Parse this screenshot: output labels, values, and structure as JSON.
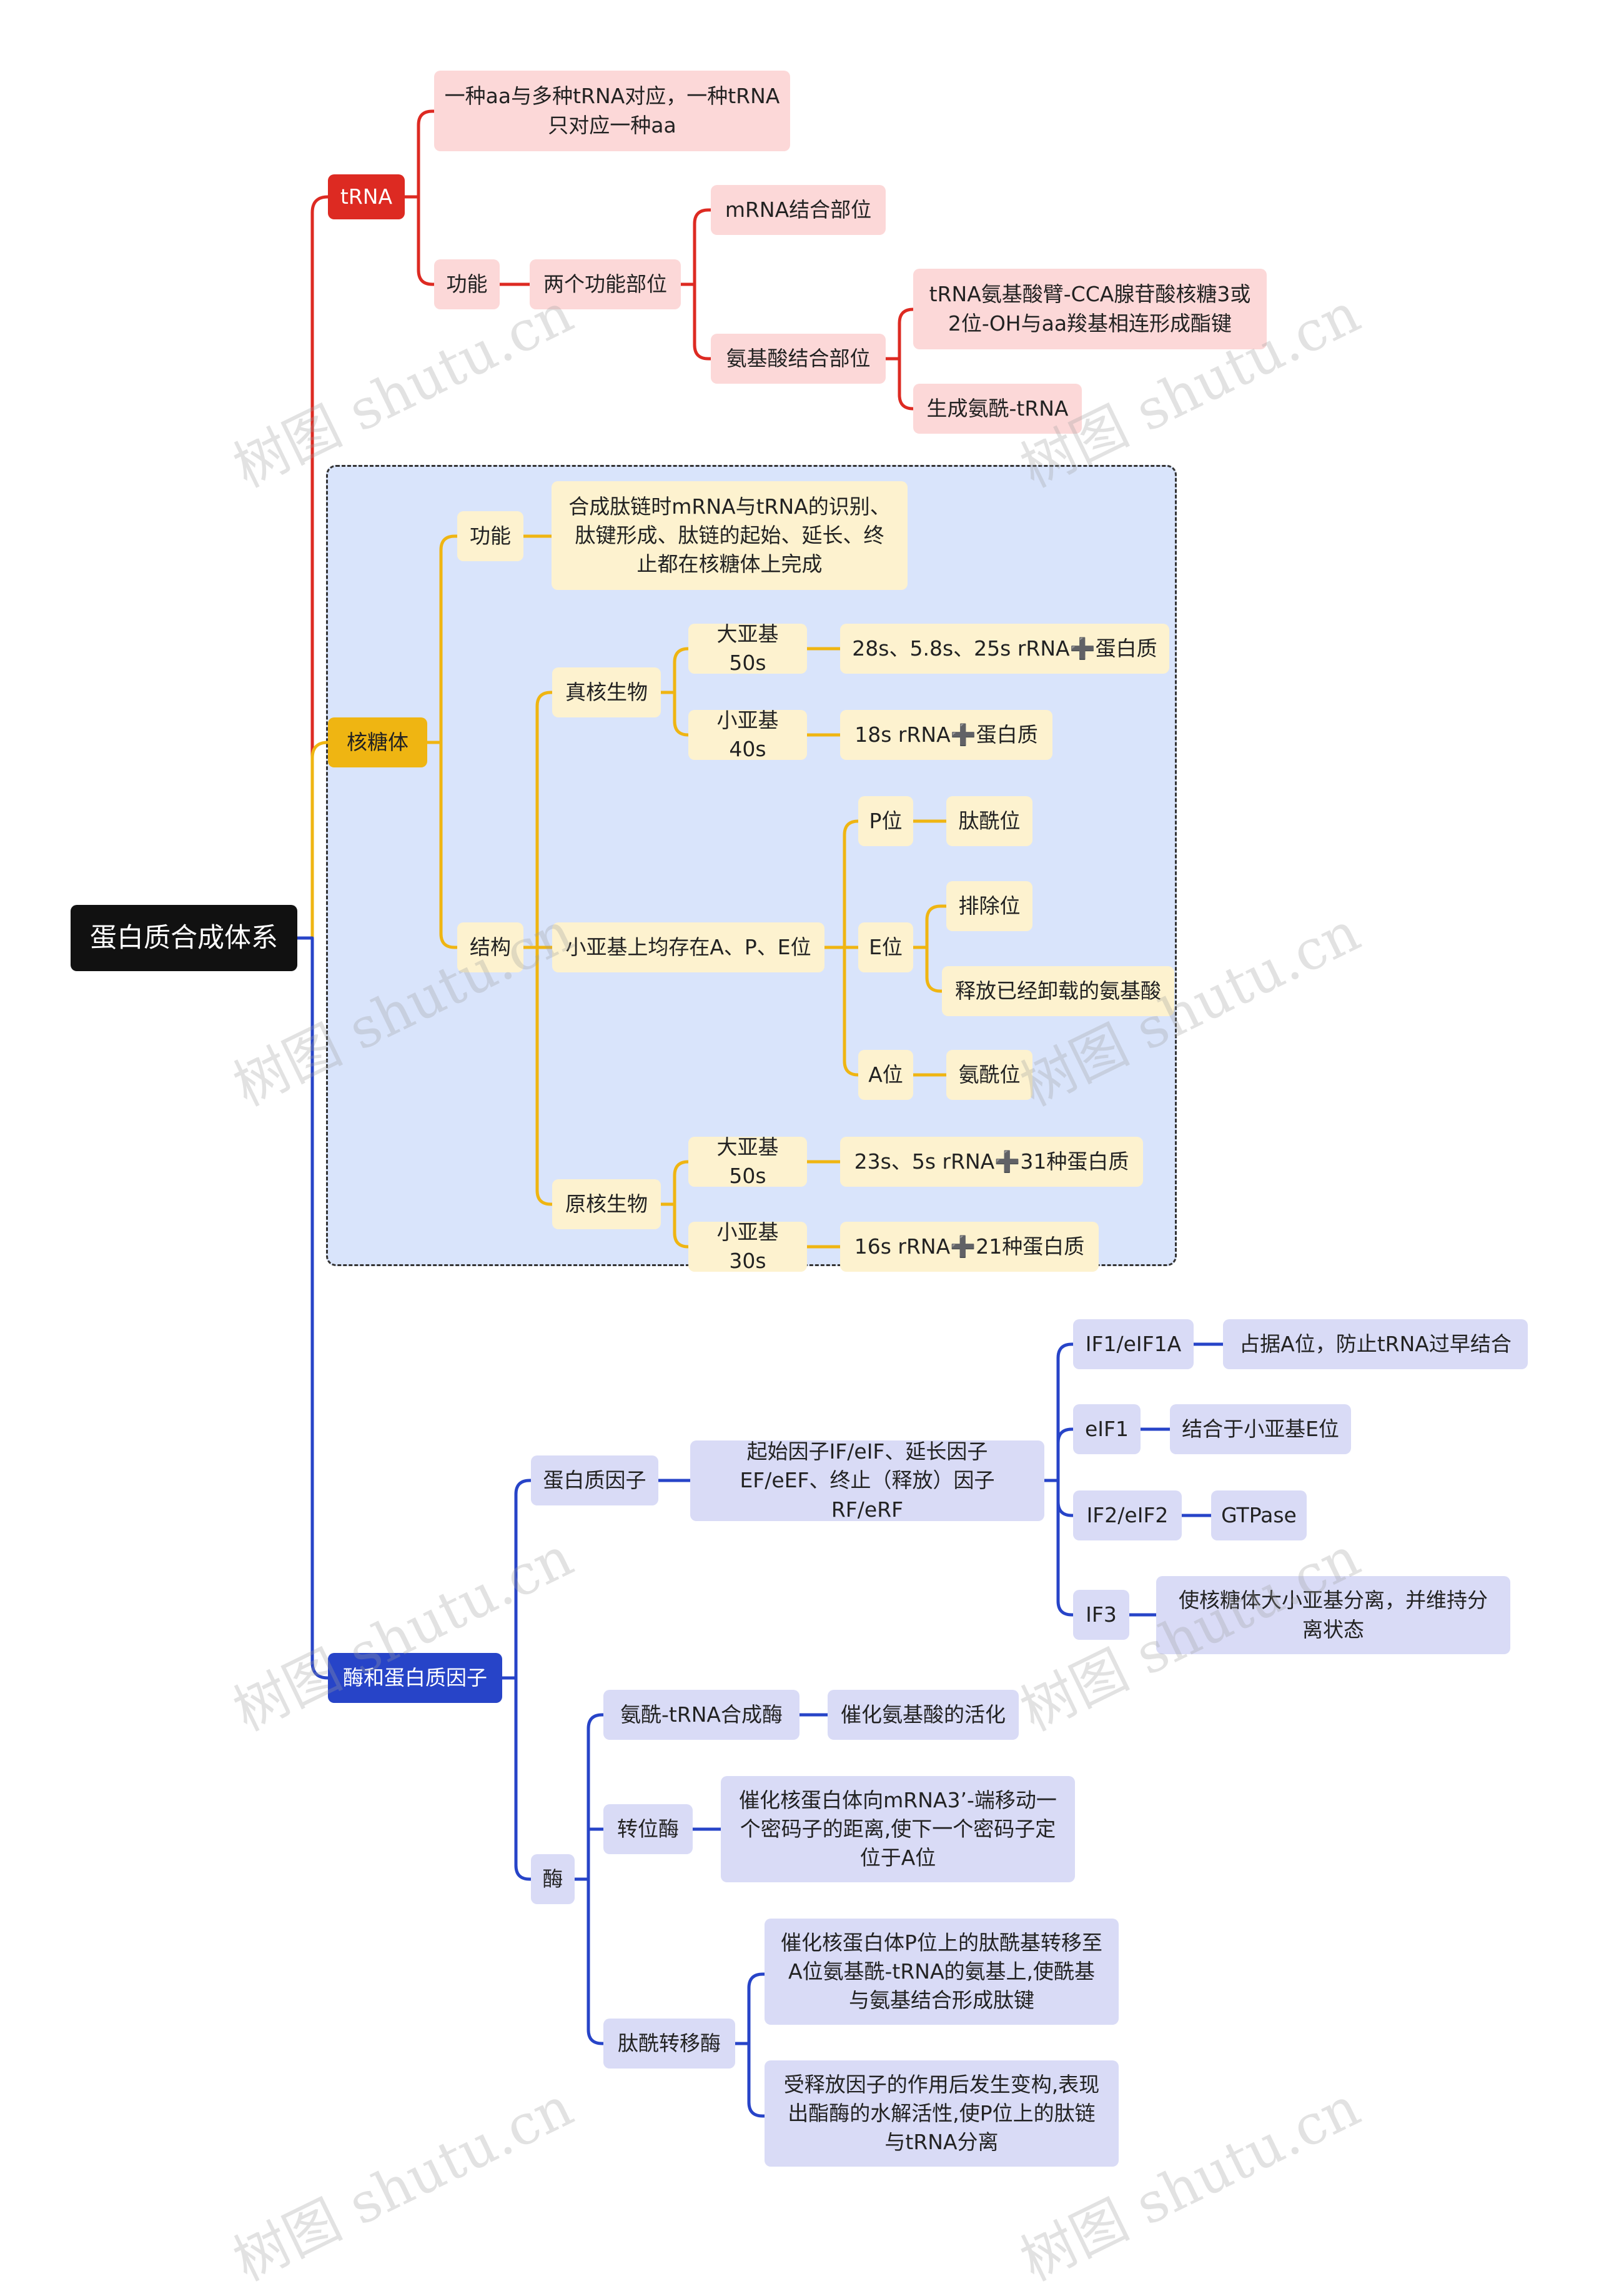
{
  "root": "蛋白质合成体系",
  "trna": {
    "label": "tRNA",
    "correspond": "一种aa与多种tRNA对应，一种tRNA只对应一种aa",
    "func": "功能",
    "two_sites": "两个功能部位",
    "mrna_site": "mRNA结合部位",
    "aa_site": "氨基酸结合部位",
    "cca": "tRNA氨基酸臂-CCA腺苷酸核糖3或2位-OH与aa羧基相连形成酯键",
    "aatrna": "生成氨酰-tRNA"
  },
  "ribosome": {
    "label": "核糖体",
    "func": "功能",
    "func_desc": "合成肽链时mRNA与tRNA的识别、肽键形成、肽链的起始、延长、终止都在核糖体上完成",
    "struct": "结构",
    "euk": "真核生物",
    "euk_large": "大亚基50s",
    "euk_large_comp": "28s、5.8s、25s rRNA➕蛋白质",
    "euk_small": "小亚基40s",
    "euk_small_comp": "18s rRNA➕蛋白质",
    "sites": "小亚基上均存在A、P、E位",
    "p": "P位",
    "p_desc": "肽酰位",
    "e": "E位",
    "e_desc1": "排除位",
    "e_desc2": "释放已经卸载的氨基酸",
    "a": "A位",
    "a_desc": "氨酰位",
    "pro": "原核生物",
    "pro_large": "大亚基50s",
    "pro_large_comp": "23s、5s rRNA➕31种蛋白质",
    "pro_small": "小亚基30s",
    "pro_small_comp": "16s rRNA➕21种蛋白质"
  },
  "enzymes": {
    "label": "酶和蛋白质因子",
    "factors": "蛋白质因子",
    "factors_desc": "起始因子IF/eIF、延长因子EF/eEF、终止（释放）因子RF/eRF",
    "if1": "IF1/eIF1A",
    "if1_desc": "占据A位，防止tRNA过早结合",
    "eif1": "eIF1",
    "eif1_desc": "结合于小亚基E位",
    "if2": "IF2/eIF2",
    "if2_desc": "GTPase",
    "if3": "IF3",
    "if3_desc": "使核糖体大小亚基分离，并维持分离状态",
    "enzyme": "酶",
    "aars": "氨酰-tRNA合成酶",
    "aars_desc": "催化氨基酸的活化",
    "trans": "转位酶",
    "trans_desc": "催化核蛋白体向mRNA3’-端移动一个密码子的距离,使下一个密码子定位于A位",
    "ptf": "肽酰转移酶",
    "ptf_desc1": "催化核蛋白体P位上的肽酰基转移至A位氨基酰-tRNA的氨基上,使酰基与氨基结合形成肽键",
    "ptf_desc2": "受释放因子的作用后发生变构,表现出酯酶的水解活性,使P位上的肽链与tRNA分离"
  },
  "watermark": "树图 shutu.cn",
  "colors": {
    "red": "#dd2a22",
    "yellow": "#efb512",
    "blue": "#2744c8"
  }
}
